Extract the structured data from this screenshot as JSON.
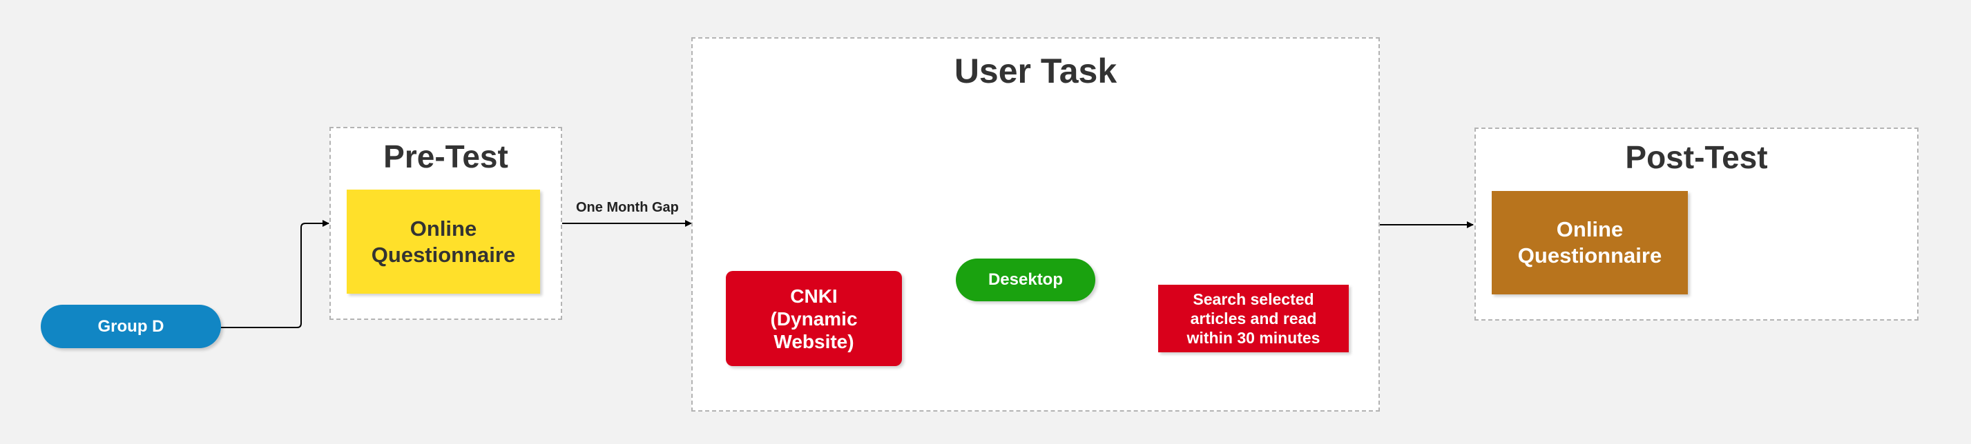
{
  "colors": {
    "background": "#f2f2f2",
    "group": "#1186c4",
    "pretest_box": "#ffe02a",
    "cnki": "#d9001b",
    "desktop": "#1aa20f",
    "search": "#d9001b",
    "posttest_box": "#b8741d",
    "edge": "#000000"
  },
  "group": {
    "label": "Group D"
  },
  "pretest": {
    "title": "Pre-Test",
    "box_label": "Online Questionnaire"
  },
  "gap_label": "One Month Gap",
  "user_task": {
    "title": "User Task",
    "cnki_label": "CNKI (Dynamic Website)",
    "desktop_label": "Desektop",
    "search_label": "Search selected articles and read within 30 minutes"
  },
  "posttest": {
    "title": "Post-Test",
    "box_label": "Online Questionnaire"
  }
}
